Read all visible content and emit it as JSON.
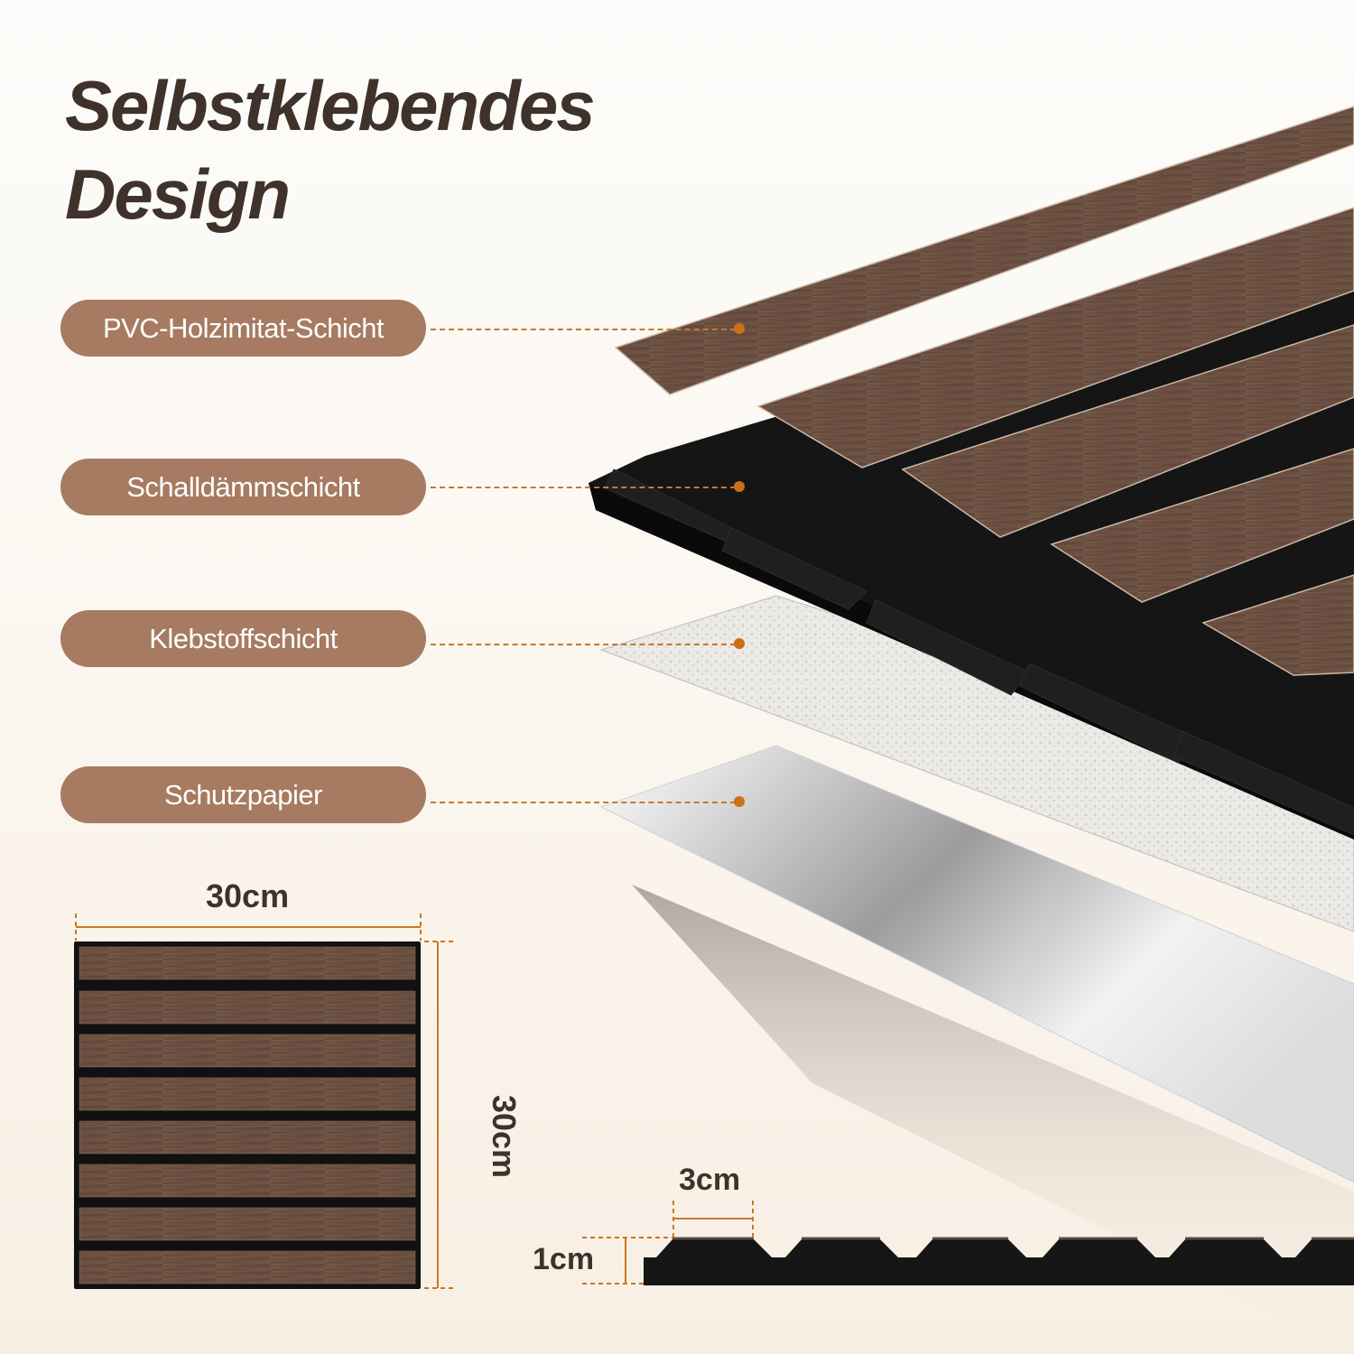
{
  "title": {
    "line1": "Selbstklebendes",
    "line2": "Design"
  },
  "layers": [
    {
      "label": "PVC-Holzimitat-Schicht"
    },
    {
      "label": "Schalldämmschicht"
    },
    {
      "label": "Klebstoffschicht"
    },
    {
      "label": "Schutzpapier"
    }
  ],
  "dimensions": {
    "panel_width": "30cm",
    "panel_height": "30cm",
    "slat_width": "3cm",
    "thickness": "1cm"
  },
  "colors": {
    "title": "#3f322b",
    "label_bg": "#a67b61",
    "label_text": "#ffffff",
    "accent_orange": "#cd6f17",
    "wood": "#6b5244",
    "felt": "#141414"
  }
}
